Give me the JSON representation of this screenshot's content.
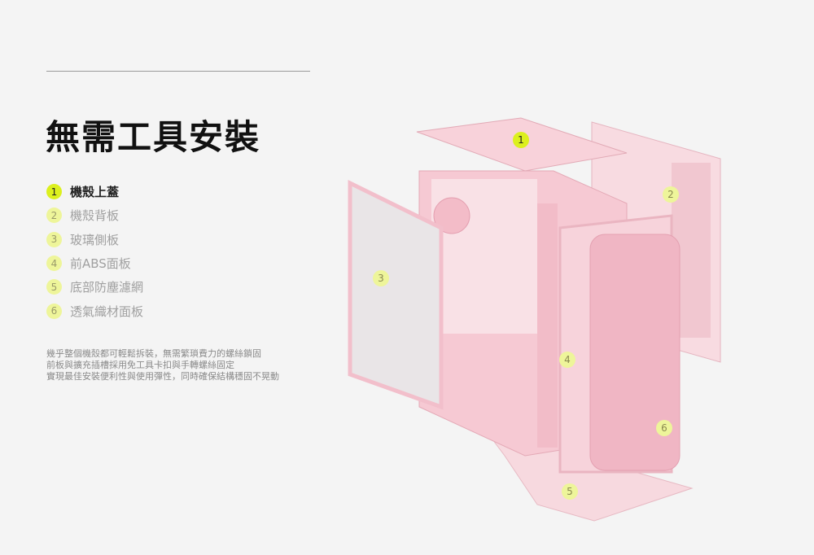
{
  "title": "無需工具安裝",
  "parts": [
    {
      "num": "1",
      "label": "機殼上蓋",
      "active": true
    },
    {
      "num": "2",
      "label": "機殼背板",
      "active": false
    },
    {
      "num": "3",
      "label": "玻璃側板",
      "active": false
    },
    {
      "num": "4",
      "label": "前ABS面板",
      "active": false
    },
    {
      "num": "5",
      "label": "底部防塵濾網",
      "active": false
    },
    {
      "num": "6",
      "label": "透氣織材面板",
      "active": false
    }
  ],
  "description": [
    "幾乎整個機殼都可輕鬆拆裝，無需繁瑣費力的螺絲鎖固",
    "前板與擴充插槽採用免工具卡扣與手轉螺絲固定",
    "實現最佳安裝便利性與使用彈性，同時確保結構穩固不晃動"
  ],
  "colors": {
    "accent": "#dcf01e",
    "accent_light": "#eef59a",
    "case_pink": "#f6c9d3"
  }
}
